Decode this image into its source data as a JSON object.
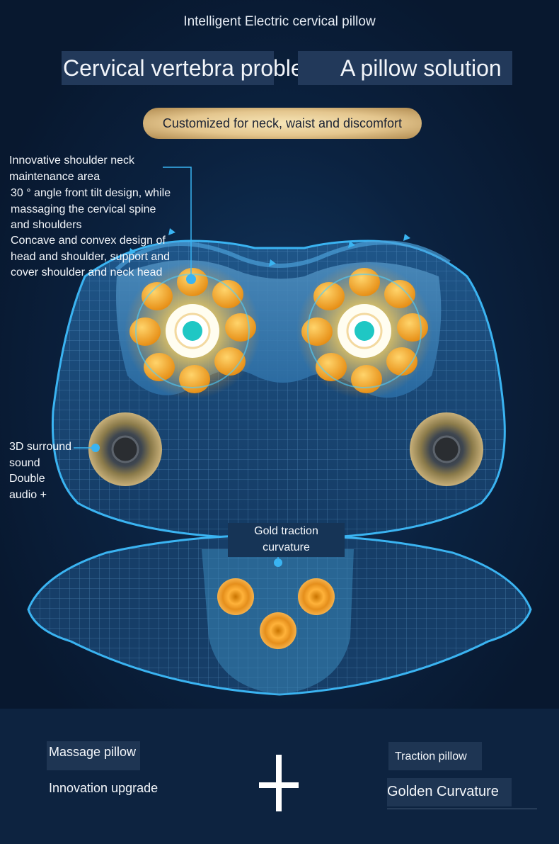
{
  "header": {
    "headline": "Intelligent Electric cervical pillow",
    "title_left": "Cervical vertebra problem",
    "title_right": "A pillow solution",
    "tagline": "Customized for neck, waist and discomfort"
  },
  "callouts": {
    "shoulder_title_1": "Innovative shoulder neck",
    "shoulder_title_2": "maintenance area",
    "tilt_1": "30 ° angle front tilt design, while",
    "tilt_2": "massaging the cervical spine",
    "tilt_3": "and shoulders",
    "concave_1": "Concave and convex design of",
    "concave_2": "head and shoulder, support and",
    "concave_3": "cover shoulder and neck head",
    "sound_1": "3D surround",
    "sound_2": "sound",
    "sound_3": "Double",
    "sound_4": "audio +",
    "traction_1": "Gold traction",
    "traction_2": "curvature"
  },
  "footer": {
    "left_title": "Massage pillow",
    "left_subtitle": "Innovation upgrade",
    "plus": "+",
    "right_title": "Traction pillow",
    "right_subtitle": "Golden Curvature"
  },
  "colors": {
    "background": "#0a1a33",
    "pillow_blue": "#2b6ea6",
    "accent_cyan": "#3ab4f2",
    "gold": "#f2a81f",
    "pill_gold": "#e4c68e"
  }
}
